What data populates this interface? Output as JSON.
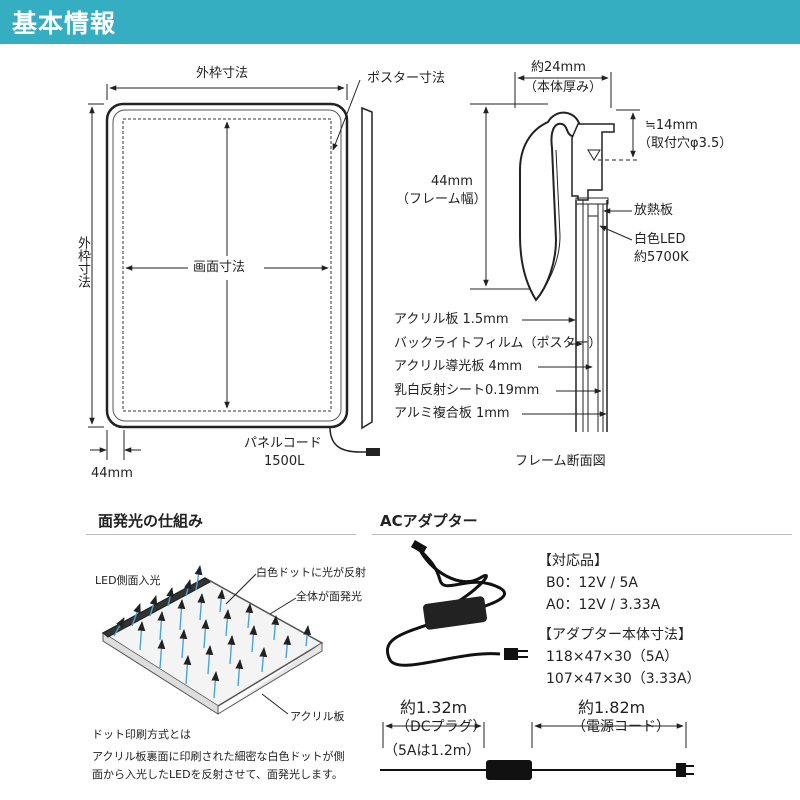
{
  "header": {
    "title": "基本情報"
  },
  "diagram": {
    "outer_size_top": "外枠寸法",
    "poster_size": "ポスター寸法",
    "outer_size_left": "外枠寸法",
    "screen_size": "画面寸法",
    "frame_width_label": "44mm",
    "panel_cord": "パネルコード",
    "panel_cord_length": "1500L",
    "depth_value": "約24mm",
    "depth_label": "（本体厚み）",
    "hole_value": "≒14mm",
    "hole_label": "（取付穴φ3.5）",
    "frame_height_value": "44mm",
    "frame_height_label": "（フレーム幅）",
    "heat_sink": "放熱板",
    "led_label_1": "白色LED",
    "led_label_2": "約5700K",
    "layers": [
      "アクリル板 1.5mm",
      "バックライトフィルム（ポスター）",
      "アクリル導光板 4mm",
      "乳白反射シート0.19mm",
      "アルミ複合板 1mm"
    ],
    "section_caption": "フレーム断面図"
  },
  "mechanism": {
    "title": "面発光の仕組み",
    "led_side": "LED側面入光",
    "white_dot": "白色ドットに光が反射",
    "whole_surface": "全体が面発光",
    "acrylic": "アクリル板",
    "dot_method_title": "ドット印刷方式とは",
    "dot_method_line1": "アクリル板裏面に印刷された細密な白色ドットが側",
    "dot_method_line2": "面から入光したLEDを反射させて、面発光します。"
  },
  "adapter": {
    "title": "ACアダプター",
    "compat_title": "【対応品】",
    "compat": [
      "B0：12V / 5A",
      "A0：12V / 3.33A"
    ],
    "size_title": "【アダプター本体寸法】",
    "sizes": [
      "118×47×30（5A）",
      "107×47×30（3.33A）"
    ],
    "dc_length": "約1.32m",
    "dc_label": "（DCプラグ）",
    "dc_note": "（5Aは1.2m）",
    "power_length": "約1.82m",
    "power_label": "（電源コード）"
  }
}
